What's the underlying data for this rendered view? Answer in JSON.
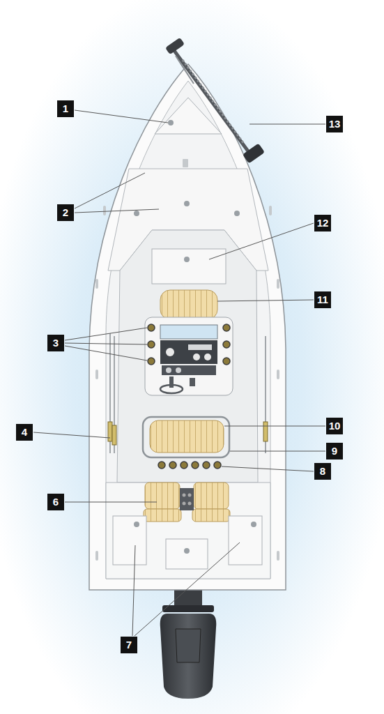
{
  "diagram": {
    "labels": [
      "1",
      "13",
      "2",
      "12",
      "11",
      "3",
      "4",
      "10",
      "9",
      "8",
      "6",
      "7"
    ]
  }
}
